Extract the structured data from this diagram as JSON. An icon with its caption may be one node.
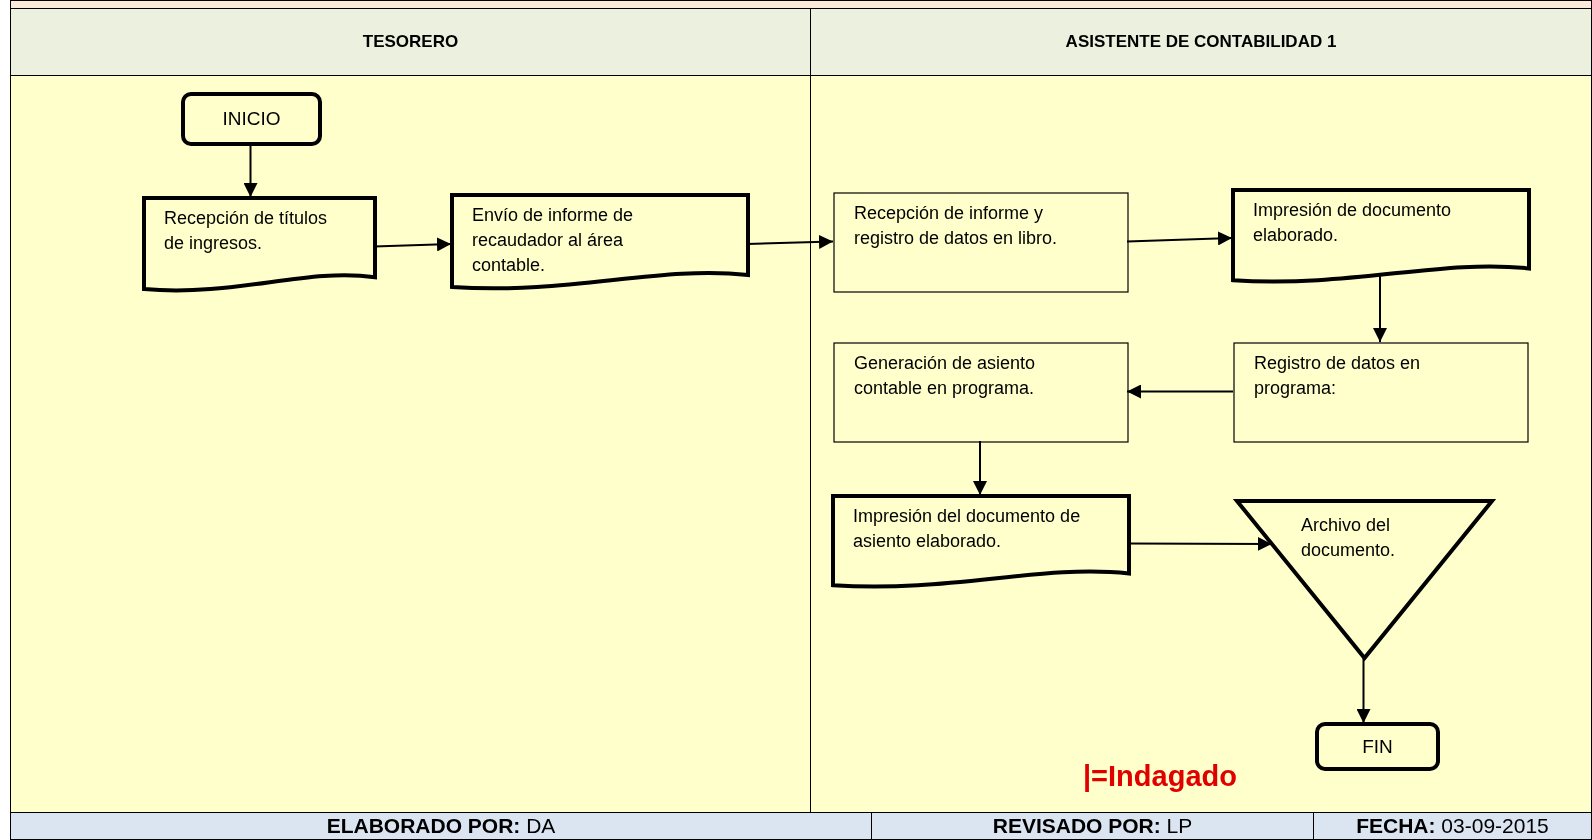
{
  "diagram": {
    "nodes": [
      {
        "text": [
          "TESORERO"
        ]
      },
      {
        "text": [
          "ASISTENTE DE CONTABILIDAD 1"
        ]
      },
      {
        "text": [
          "INICIO"
        ],
        "in": 0
      },
      {
        "text": [
          "Recepción de títulos de ingresos."
        ],
        "in": 0
      },
      {
        "text": [
          "Envío de informe de recaudador al área contable."
        ],
        "in": 0
      },
      {
        "text": [
          "Recepción de informe y registro de datos en libro."
        ],
        "in": 1
      },
      {
        "text": [
          "Impresión de documento elaborado."
        ],
        "in": 1
      },
      {
        "text": [
          "Registro de datos en programa:"
        ],
        "in": 1
      },
      {
        "text": [
          "Generación de asiento contable en programa."
        ],
        "in": 1
      },
      {
        "text": [
          "Impresión del documento de asiento elaborado."
        ],
        "in": 1
      },
      {
        "text": [
          "Archivo del documento."
        ],
        "in": 1
      },
      {
        "text": [
          "FIN"
        ],
        "in": 1
      }
    ],
    "edges": [
      {
        "from": 2,
        "to": 3,
        "arrow": "to"
      },
      {
        "from": 3,
        "to": 4,
        "arrow": "to"
      },
      {
        "from": 4,
        "to": 5,
        "arrow": "to"
      },
      {
        "from": 5,
        "to": 6,
        "arrow": "to"
      },
      {
        "from": 6,
        "to": 7,
        "arrow": "to"
      },
      {
        "from": 7,
        "to": 8,
        "arrow": "to"
      },
      {
        "from": 8,
        "to": 9,
        "arrow": "to"
      },
      {
        "from": 9,
        "to": 10,
        "arrow": "to"
      },
      {
        "from": 10,
        "to": 11,
        "arrow": "to"
      }
    ],
    "labels": [
      "|=Indagado",
      "**ELABORADO POR:** DA",
      "**REVISADO POR:** LP",
      "**FECHA:** 03-09-2015"
    ]
  }
}
